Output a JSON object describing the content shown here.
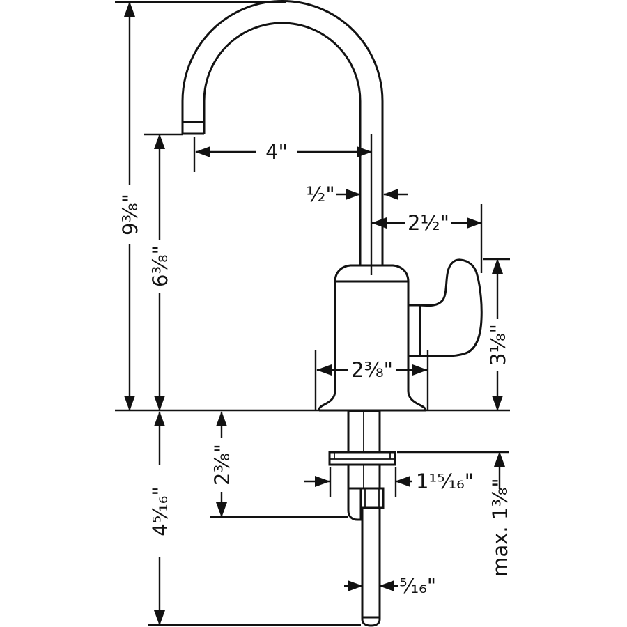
{
  "meta": {
    "background_color": "#ffffff",
    "line_color": "#121212",
    "drawing_type": "faucet-dimension-diagram"
  },
  "labels": {
    "spout_height": "9⅜\"",
    "spout_outlet_height": "6⅜\"",
    "spout_reach": "4\"",
    "spout_pipe_diameter": "½\"",
    "handle_offset": "2½\"",
    "handle_height": "3⅛\"",
    "body_width": "2⅜\"",
    "shank_length": "2⅜\"",
    "below_counter_height": "4⁵⁄₁₆\"",
    "shank_clearance_width": "1¹⁵⁄₁₆\"",
    "max_counter_thickness": "max. 1⅜\"",
    "supply_hose_diameter": "⁵⁄₁₆\""
  }
}
